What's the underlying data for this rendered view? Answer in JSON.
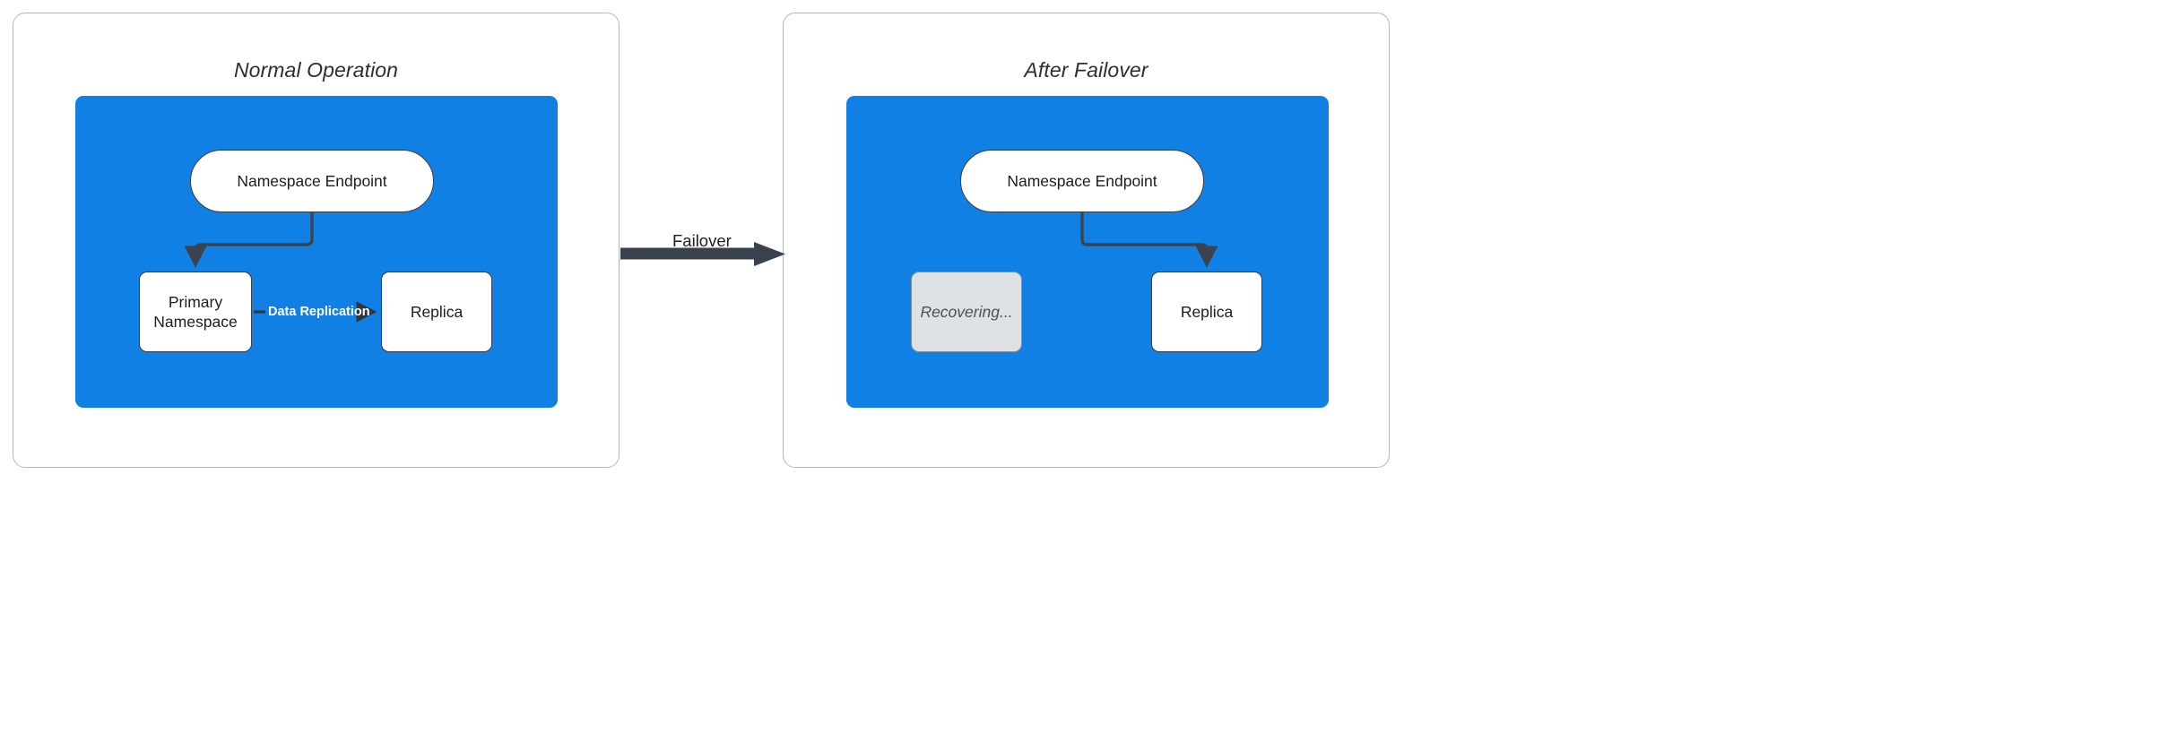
{
  "diagram": {
    "type": "failover-architecture-diagram",
    "colors": {
      "container_blue": "#1180e4",
      "node_border": "#3c3c3c",
      "node_fill": "#ffffff",
      "muted_fill": "#dfe2e5",
      "muted_border": "#8a8d90",
      "connector": "#3c434e",
      "failover_arrow": "#3a4250",
      "panel_border": "#b9b9b9",
      "edge_label_text": "#ffffff"
    },
    "panels": [
      {
        "id": "normal-operation",
        "title": "Normal Operation",
        "nodes": [
          {
            "id": "namespace-endpoint",
            "label": "Namespace Endpoint",
            "shape": "pill",
            "state": "active"
          },
          {
            "id": "primary-namespace",
            "label": "Primary\nNamespace",
            "line1": "Primary",
            "line2": "Namespace",
            "shape": "rect",
            "state": "active"
          },
          {
            "id": "replica",
            "label": "Replica",
            "shape": "rect",
            "state": "active"
          }
        ],
        "edges": [
          {
            "from": "namespace-endpoint",
            "to": "primary-namespace",
            "label": "",
            "style": "elbow-arrow"
          },
          {
            "from": "primary-namespace",
            "to": "replica",
            "label": "Data Replication",
            "style": "straight-arrow"
          }
        ]
      },
      {
        "id": "after-failover",
        "title": "After Failover",
        "nodes": [
          {
            "id": "namespace-endpoint",
            "label": "Namespace Endpoint",
            "shape": "pill",
            "state": "active"
          },
          {
            "id": "recovering",
            "label": "Recovering...",
            "shape": "rect",
            "state": "recovering"
          },
          {
            "id": "replica",
            "label": "Replica",
            "shape": "rect",
            "state": "active"
          }
        ],
        "edges": [
          {
            "from": "namespace-endpoint",
            "to": "replica",
            "label": "",
            "style": "elbow-arrow"
          }
        ]
      }
    ],
    "transition": {
      "label": "Failover",
      "direction": "left-to-right"
    }
  }
}
